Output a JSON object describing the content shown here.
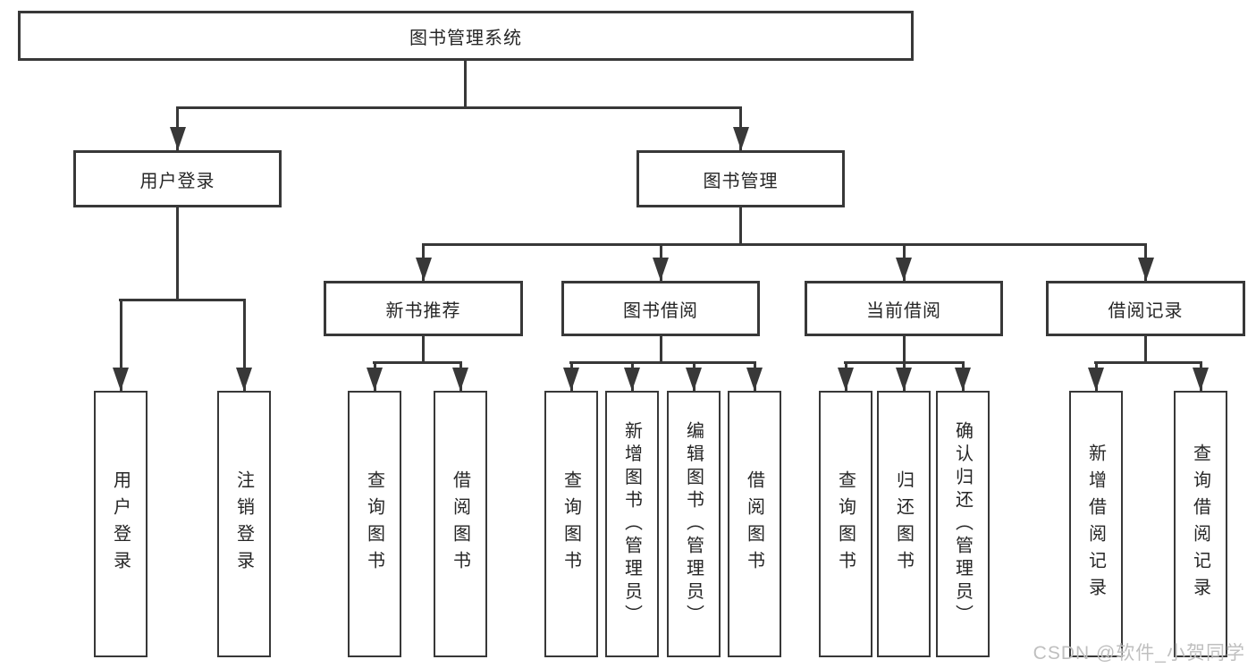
{
  "diagram": {
    "root": "图书管理系统",
    "level2": {
      "user_login": "用户登录",
      "book_mgmt": "图书管理"
    },
    "level3": {
      "new_books": "新书推荐",
      "book_borrow": "图书借阅",
      "current_borrow": "当前借阅",
      "borrow_records": "借阅记录"
    },
    "leaves": {
      "user_login": [
        "用户登录",
        "注销登录"
      ],
      "new_books": [
        "查询图书",
        "借阅图书"
      ],
      "book_borrow": [
        "查询图书",
        "新增图书（管理员）",
        "编辑图书（管理员）",
        "借阅图书"
      ],
      "current_borrow": [
        "查询图书",
        "归还图书",
        "确认归还（管理员）"
      ],
      "borrow_records": [
        "新增借阅记录",
        "查询借阅记录"
      ]
    }
  },
  "watermark": "CSDN @软件_小贺同学",
  "colors": {
    "line": "#383838",
    "text": "#262626",
    "watermark": "#bfbfbf",
    "background": "#ffffff"
  }
}
